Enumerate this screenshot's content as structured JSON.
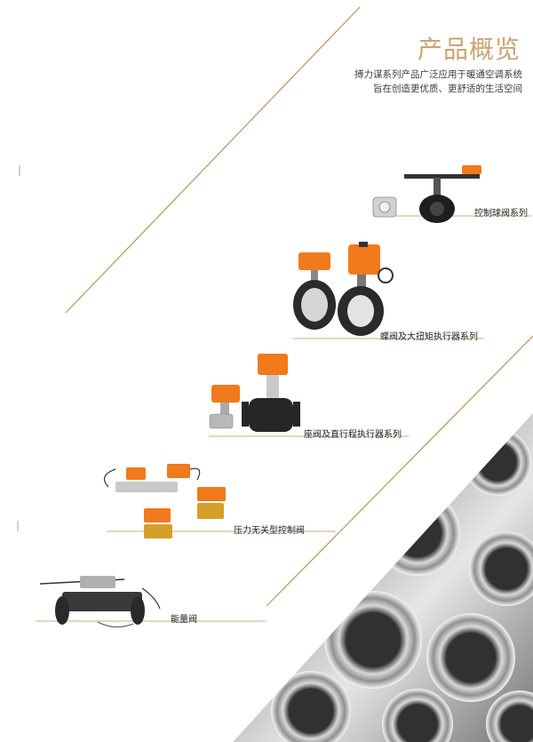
{
  "header": {
    "title": "产品概览",
    "subtitle_line1": "搏力谋系列产品广泛应用于暖通空调系统",
    "subtitle_line2": "旨在创造更优质、更舒适的生活空间"
  },
  "products": [
    {
      "label": "控制球阀系列"
    },
    {
      "label": "蝶阀及大扭矩执行器系列"
    },
    {
      "label": "座阀及直行程执行器系列"
    },
    {
      "label": "压力无关型控制阀"
    },
    {
      "label": "能量阀"
    }
  ],
  "colors": {
    "accent": "#c9a472",
    "actuator_orange": "#f07a1c",
    "line_gold": "#b9935a"
  }
}
